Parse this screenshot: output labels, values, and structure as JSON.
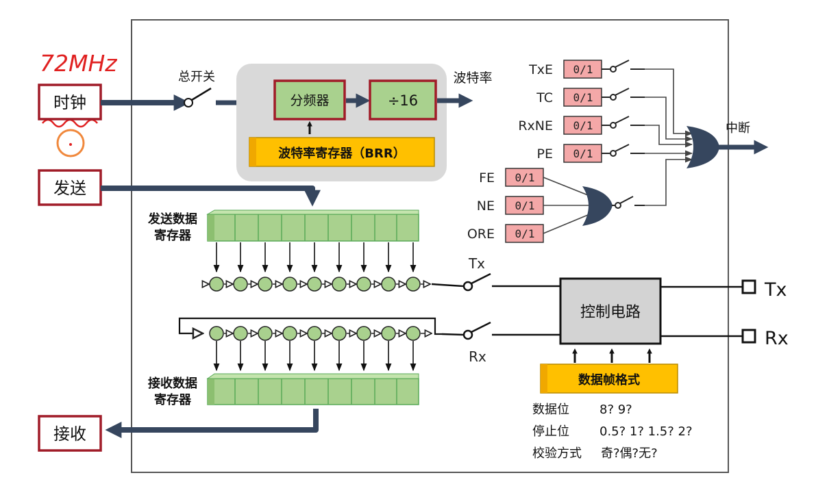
{
  "annotation": {
    "clock_freq": "72MHz"
  },
  "inputs": {
    "clock": "时钟",
    "send": "发送",
    "receive": "接收"
  },
  "clock_section": {
    "main_switch": "总开关",
    "divider": "分频器",
    "div16": "÷16",
    "brr": "波特率寄存器（BRR）",
    "baud_rate": "波特率"
  },
  "flags": {
    "group1": [
      {
        "name": "TxE",
        "value": "0/1"
      },
      {
        "name": "TC",
        "value": "0/1"
      },
      {
        "name": "RxNE",
        "value": "0/1"
      },
      {
        "name": "PE",
        "value": "0/1"
      }
    ],
    "group2": [
      {
        "name": "FE",
        "value": "0/1"
      },
      {
        "name": "NE",
        "value": "0/1"
      },
      {
        "name": "ORE",
        "value": "0/1"
      }
    ],
    "interrupt": "中断"
  },
  "registers": {
    "tx_data": [
      "发送数据",
      "寄存器"
    ],
    "rx_data": [
      "接收数据",
      "寄存器"
    ]
  },
  "control": {
    "label": "控制电路",
    "tx_switch": "Tx",
    "rx_switch": "Rx",
    "tx_pin": "Tx",
    "rx_pin": "Rx",
    "frame_format": "数据帧格式"
  },
  "frame_options": [
    {
      "label": "数据位",
      "values": "8? 9?"
    },
    {
      "label": "停止位",
      "values": "0.5? 1? 1.5? 2?"
    },
    {
      "label": "校验方式",
      "values": "奇?偶?无?"
    }
  ],
  "colors": {
    "dark_arrow": "#36465e",
    "input_border": "#a01c28",
    "green_fill": "#a9d18e",
    "green_border": "#57a957",
    "brr_fill": "#ffc000",
    "flag_fill": "#f4a8a8",
    "annotation_red": "#e02020",
    "annotation_orange": "#f0883c"
  }
}
